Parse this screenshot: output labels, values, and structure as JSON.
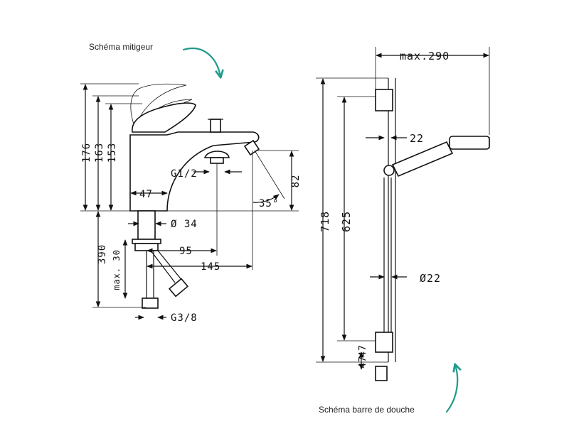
{
  "captions": {
    "mixer": "Schéma mitigeur",
    "bar": "Schéma barre de douche"
  },
  "colors": {
    "accent_arrow": "#1f9b8a",
    "ink": "#111111"
  },
  "mixer_dims": {
    "h176": "176",
    "h163": "163",
    "h153": "153",
    "h82": "82",
    "w47": "47",
    "thread_top": "G1/2",
    "angle": "35°",
    "dia34": "Ø 34",
    "w95": "95",
    "w145": "145",
    "h390": "390",
    "max30": "max. 30",
    "thread_bottom": "G3/8"
  },
  "bar_dims": {
    "max290": "max.290",
    "w22": "22",
    "h718": "718",
    "h625": "625",
    "dia22": "Ø22",
    "h47": "47"
  }
}
